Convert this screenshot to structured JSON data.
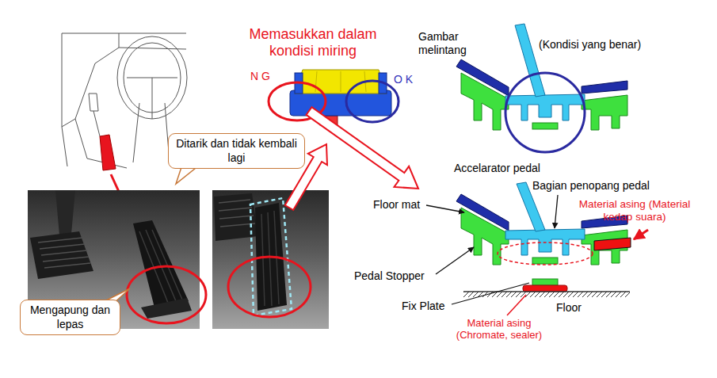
{
  "diagram": {
    "title": "Memasukkan dalam kondisi miring",
    "nodes": [
      {
        "text": [
          "Ditarik dan tidak kembali lagi"
        ]
      },
      {
        "text": [
          "Mengapung dan lepas"
        ]
      }
    ],
    "labels": [
      "N G",
      "O K",
      "Gambar melintang",
      "(Kondisi yang benar)",
      "Accelarator pedal",
      "Bagian penopang pedal",
      "Material asing (Material kedap suara)",
      "Floor mat",
      "Pedal Stopper",
      "Fix Plate",
      "Floor",
      "Material asing (Chromate, sealer)"
    ]
  }
}
